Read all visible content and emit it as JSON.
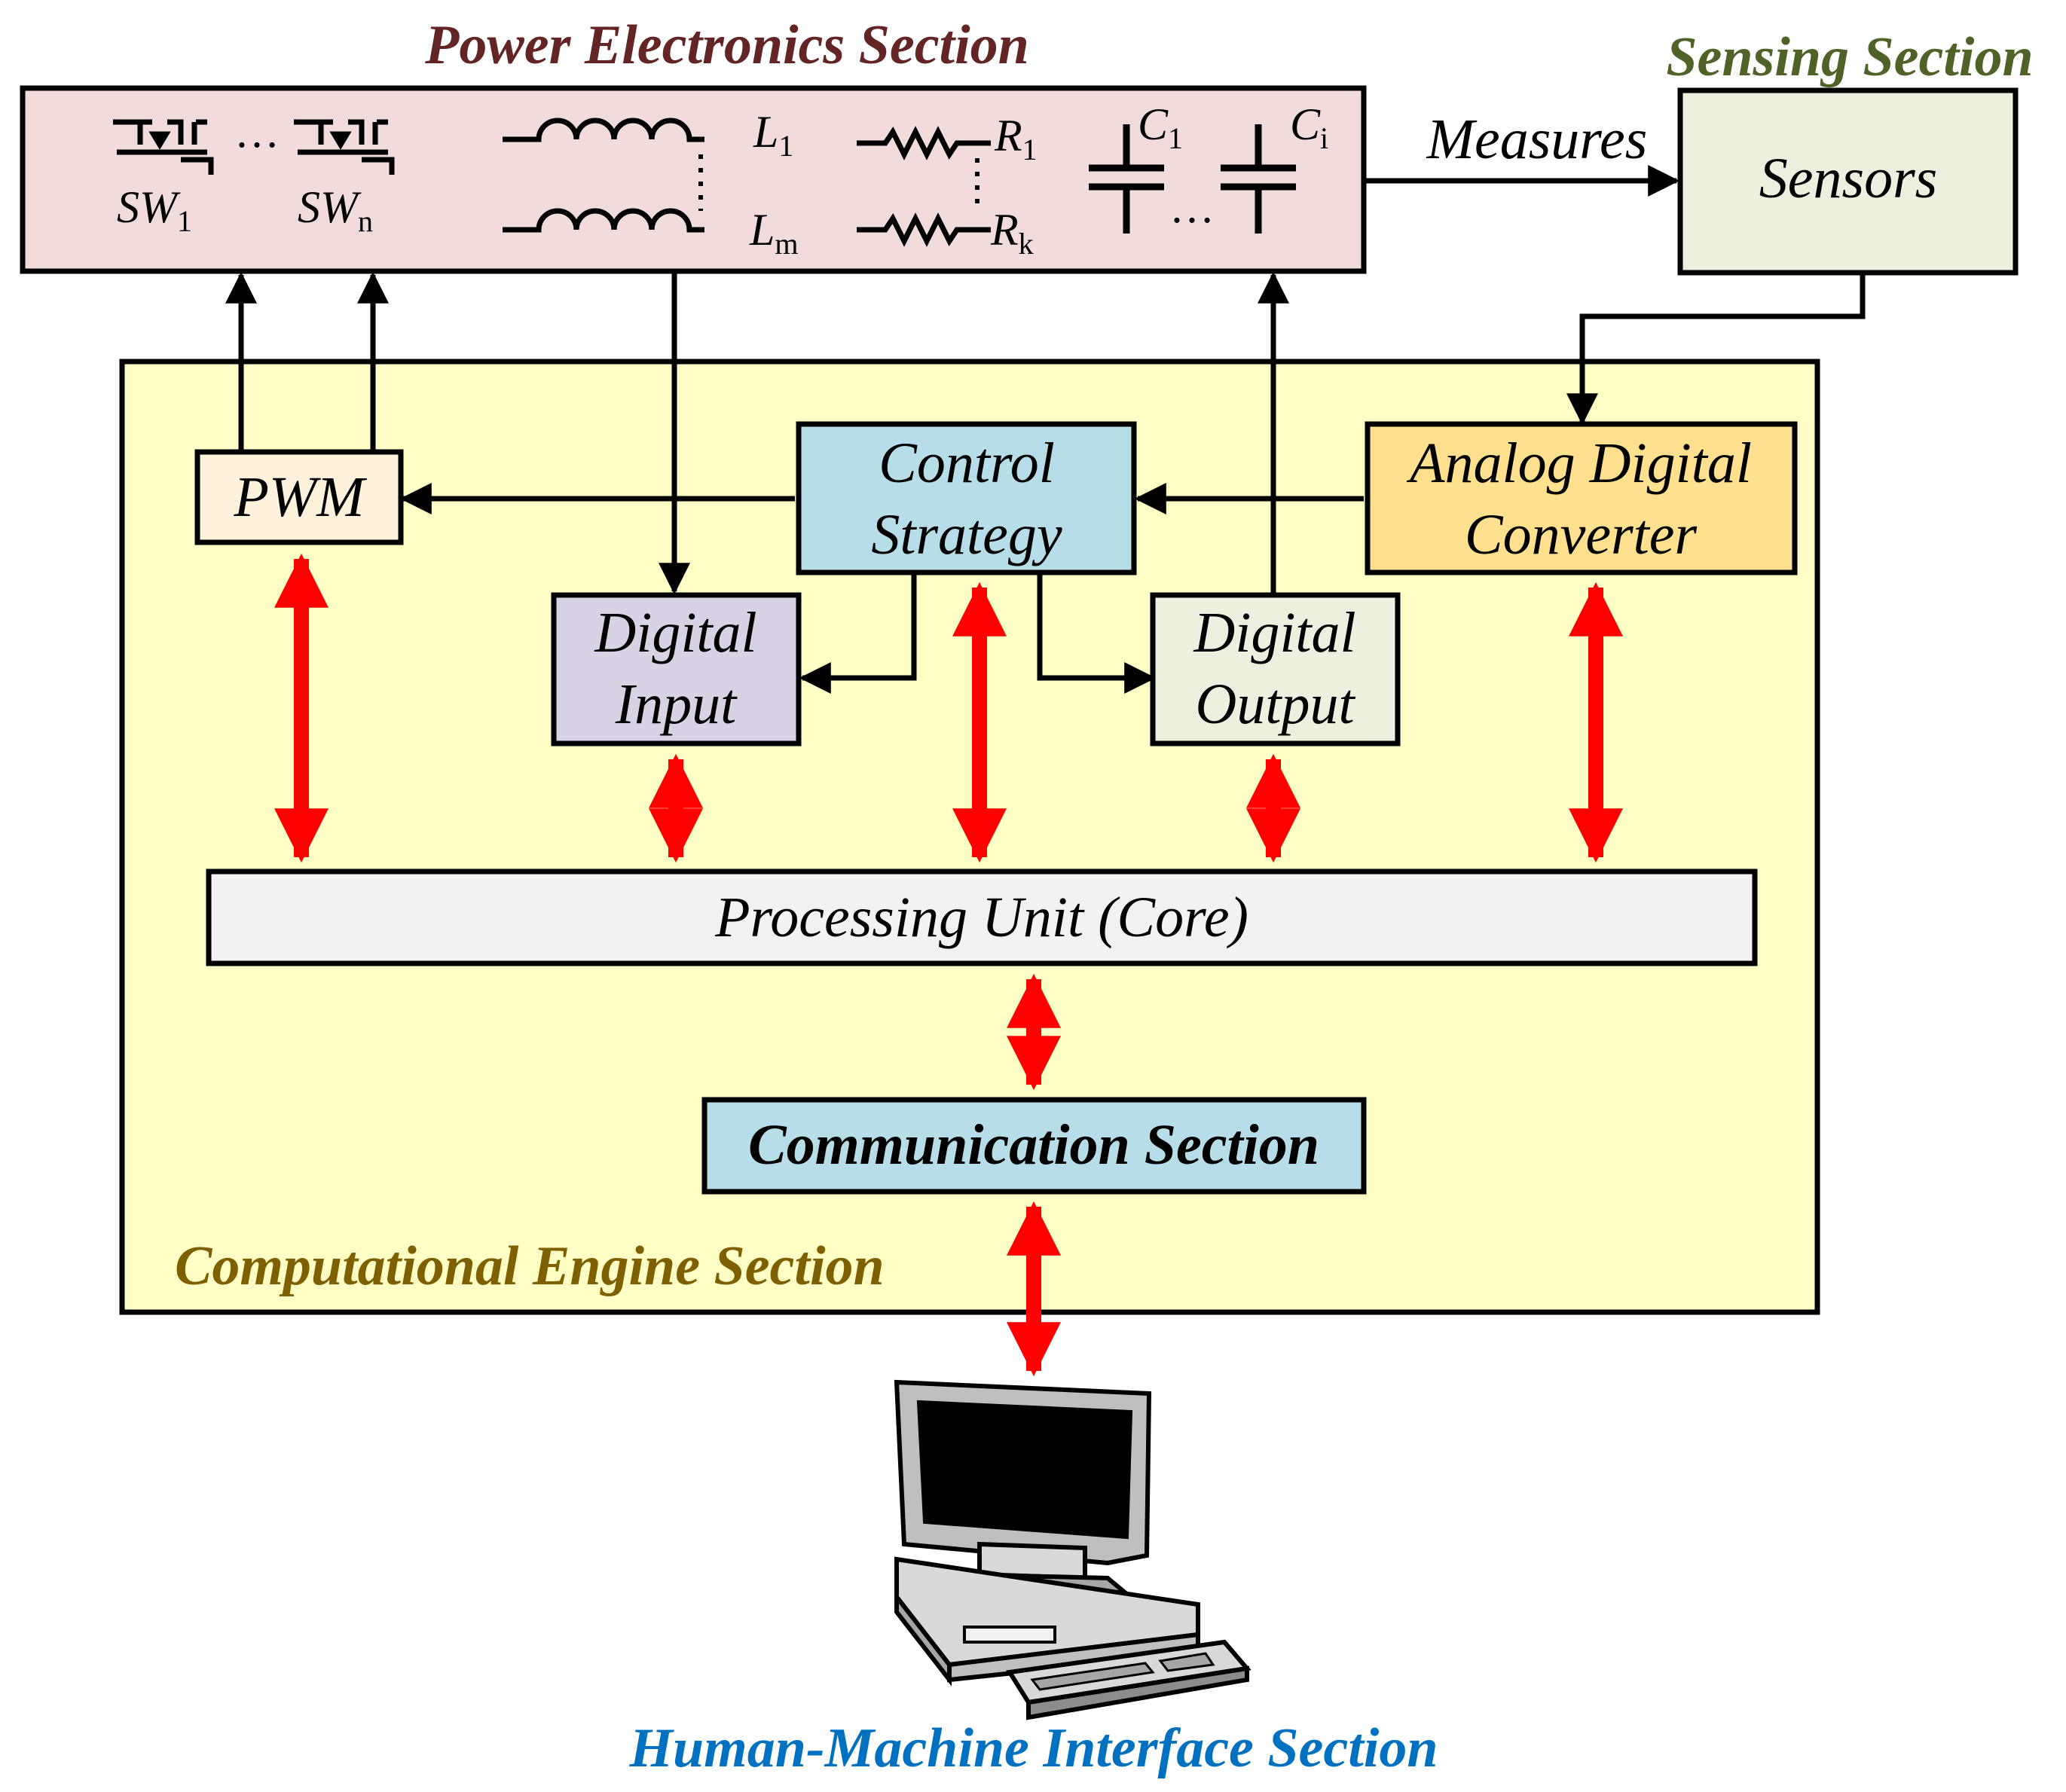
{
  "sections": {
    "power_electronics": "Power Electronics Section",
    "sensing": "Sensing Section",
    "computational_engine": "Computational Engine Section",
    "hmi": "Human-Machine Interface Section"
  },
  "components": {
    "sw1": {
      "main": "SW",
      "sub": "1"
    },
    "swn": {
      "main": "SW",
      "sub": "n"
    },
    "switch_ellipsis": "…",
    "cap_ellipsis": "…",
    "l1": {
      "main": "L",
      "sub": "1"
    },
    "lm": {
      "main": "L",
      "sub": "m"
    },
    "r1": {
      "main": "R",
      "sub": "1"
    },
    "rk": {
      "main": "R",
      "sub": "k"
    },
    "c1": {
      "main": "C",
      "sub": "1"
    },
    "ci": {
      "main": "C",
      "sub": "i"
    }
  },
  "labels": {
    "measures": "Measures"
  },
  "blocks": {
    "sensors": "Sensors",
    "pwm": "PWM",
    "control_strategy": [
      "Control",
      "Strategy"
    ],
    "adc": [
      "Analog Digital",
      "Converter"
    ],
    "digital_input": [
      "Digital",
      "Input"
    ],
    "digital_output": [
      "Digital",
      "Output"
    ],
    "processing_unit": "Processing Unit (Core)",
    "communication": "Communication Section"
  },
  "colors": {
    "power_fill": "#F2DCDB",
    "sensing_fill": "#EBF1DE",
    "engine_fill": "#FFFFC6",
    "pwm_fill": "#FFF2DD",
    "control_fill": "#B7DDE8",
    "adc_fill": "#FFE08F",
    "din_fill": "#D9D2E5",
    "dout_fill": "#EBF1DE",
    "core_fill": "#F2F2F2",
    "comm_fill": "#B7DDE8",
    "power_title": "#632523",
    "sensing_title": "#4F6228",
    "engine_title": "#7F6000",
    "hmi_title": "#0070C0",
    "bus_arrow": "#FF0000"
  },
  "icons": [
    "mosfet-switch-icon",
    "inductor-icon",
    "resistor-icon",
    "capacitor-icon",
    "computer-icon"
  ]
}
